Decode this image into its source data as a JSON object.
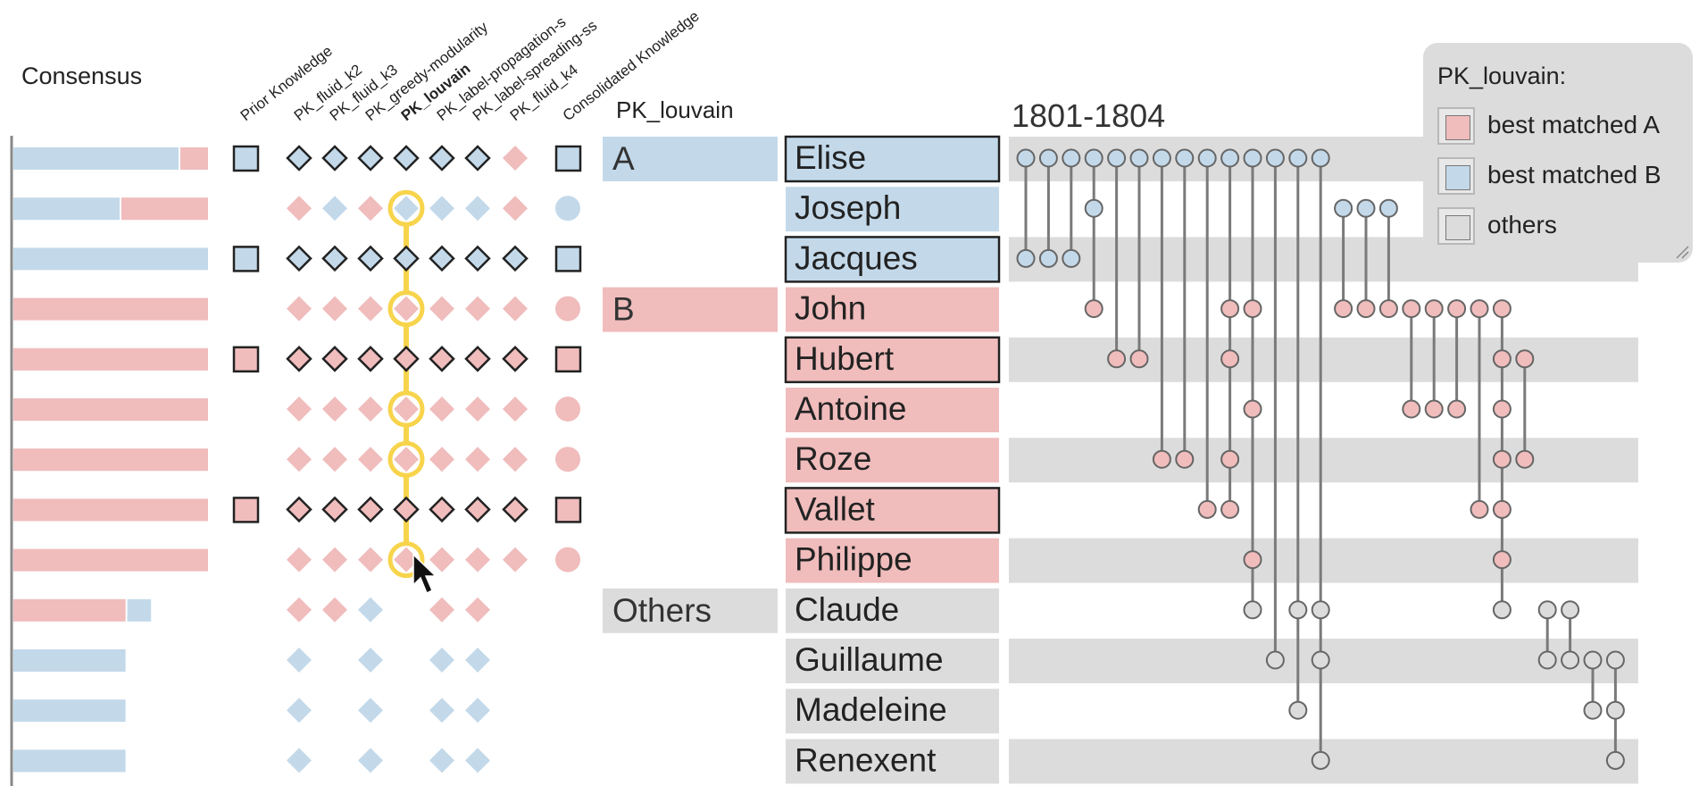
{
  "consensus_title": "Consensus",
  "method_columns": [
    {
      "label": "Prior Knowledge",
      "bold": false
    },
    {
      "label": "PK_fluid_k2",
      "bold": false
    },
    {
      "label": "PK_fluid_k3",
      "bold": false
    },
    {
      "label": "PK_greedy-modularity",
      "bold": false
    },
    {
      "label": "PK_louvain",
      "bold": true
    },
    {
      "label": "PK_label-propagation-s",
      "bold": false
    },
    {
      "label": "PK_label-spreading-ss",
      "bold": false
    },
    {
      "label": "PK_fluid_k4",
      "bold": false
    },
    {
      "label": "Consolidated Knowledge",
      "bold": false
    }
  ],
  "group_column_title": "PK_louvain",
  "groups": [
    {
      "label": "A",
      "color": "blue",
      "start": 0,
      "end": 0
    },
    {
      "label": "B",
      "color": "pink",
      "start": 3,
      "end": 3
    },
    {
      "label": "Others",
      "color": "gray",
      "start": 9,
      "end": 9
    }
  ],
  "time_title": "1801-1804",
  "colors": {
    "pink": "#f0bcbc",
    "blue": "#c3d9ea",
    "gray": "#dcdcdc",
    "highlight": "#f7d44c",
    "connector": "#7a7a7a"
  },
  "rows": [
    {
      "name": "Elise",
      "color": "blue",
      "bold": true,
      "consensus": [
        {
          "color": "blue",
          "value": 0.85
        },
        {
          "color": "pink",
          "value": 0.15
        }
      ],
      "cells": [
        "B",
        "B",
        "B",
        "B",
        "B",
        "B",
        "B",
        "pink",
        "B"
      ],
      "pk": "sq",
      "ck": "sq",
      "highlight": false
    },
    {
      "name": "Joseph",
      "color": "blue",
      "bold": false,
      "consensus": [
        {
          "color": "blue",
          "value": 0.55
        },
        {
          "color": "pink",
          "value": 0.45
        }
      ],
      "cells": [
        "",
        "pink",
        "blue",
        "pink",
        "blue",
        "blue",
        "blue",
        "pink",
        "blue"
      ],
      "pk": "",
      "ck": "ci",
      "highlight": true
    },
    {
      "name": "Jacques",
      "color": "blue",
      "bold": true,
      "consensus": [
        {
          "color": "blue",
          "value": 1.0
        }
      ],
      "cells": [
        "B",
        "B",
        "B",
        "B",
        "B",
        "B",
        "B",
        "B",
        "B"
      ],
      "pk": "sq",
      "ck": "sq",
      "highlight": false
    },
    {
      "name": "John",
      "color": "pink",
      "bold": false,
      "consensus": [
        {
          "color": "pink",
          "value": 1.0
        }
      ],
      "cells": [
        "",
        "pink",
        "pink",
        "pink",
        "pink",
        "pink",
        "pink",
        "pink",
        "pink"
      ],
      "pk": "",
      "ck": "ci",
      "highlight": true
    },
    {
      "name": "Hubert",
      "color": "pink",
      "bold": true,
      "consensus": [
        {
          "color": "pink",
          "value": 1.0
        }
      ],
      "cells": [
        "P",
        "P",
        "P",
        "P",
        "P",
        "P",
        "P",
        "P",
        "P"
      ],
      "pk": "sq",
      "ck": "sq",
      "highlight": false
    },
    {
      "name": "Antoine",
      "color": "pink",
      "bold": false,
      "consensus": [
        {
          "color": "pink",
          "value": 1.0
        }
      ],
      "cells": [
        "",
        "pink",
        "pink",
        "pink",
        "pink",
        "pink",
        "pink",
        "pink",
        "pink"
      ],
      "pk": "",
      "ck": "ci",
      "highlight": true
    },
    {
      "name": "Roze",
      "color": "pink",
      "bold": false,
      "consensus": [
        {
          "color": "pink",
          "value": 1.0
        }
      ],
      "cells": [
        "",
        "pink",
        "pink",
        "pink",
        "pink",
        "pink",
        "pink",
        "pink",
        "pink"
      ],
      "pk": "",
      "ck": "ci",
      "highlight": true
    },
    {
      "name": "Vallet",
      "color": "pink",
      "bold": true,
      "consensus": [
        {
          "color": "pink",
          "value": 1.0
        }
      ],
      "cells": [
        "P",
        "P",
        "P",
        "P",
        "P",
        "P",
        "P",
        "P",
        "P"
      ],
      "pk": "sq",
      "ck": "sq",
      "highlight": false
    },
    {
      "name": "Philippe",
      "color": "pink",
      "bold": false,
      "consensus": [
        {
          "color": "pink",
          "value": 1.0
        }
      ],
      "cells": [
        "",
        "pink",
        "pink",
        "pink",
        "pink",
        "pink",
        "pink",
        "pink",
        "pink"
      ],
      "pk": "",
      "ck": "ci",
      "highlight": true
    },
    {
      "name": "Claude",
      "color": "gray",
      "bold": false,
      "consensus": [
        {
          "color": "pink",
          "value": 0.58
        },
        {
          "color": "blue",
          "value": 0.13
        }
      ],
      "cells": [
        "",
        "pink",
        "pink",
        "blue",
        "",
        "pink",
        "pink",
        "",
        ""
      ],
      "pk": "",
      "ck": "",
      "highlight": false
    },
    {
      "name": "Guillaume",
      "color": "gray",
      "bold": false,
      "consensus": [
        {
          "color": "blue",
          "value": 0.58
        }
      ],
      "cells": [
        "",
        "blue",
        "",
        "blue",
        "",
        "blue",
        "blue",
        "",
        ""
      ],
      "pk": "",
      "ck": "",
      "highlight": false
    },
    {
      "name": "Madeleine",
      "color": "gray",
      "bold": false,
      "consensus": [
        {
          "color": "blue",
          "value": 0.58
        }
      ],
      "cells": [
        "",
        "blue",
        "",
        "blue",
        "",
        "blue",
        "blue",
        "",
        ""
      ],
      "pk": "",
      "ck": "",
      "highlight": false
    },
    {
      "name": "Renexent",
      "color": "gray",
      "bold": false,
      "consensus": [
        {
          "color": "blue",
          "value": 0.58
        }
      ],
      "cells": [
        "",
        "blue",
        "",
        "blue",
        "",
        "blue",
        "blue",
        "",
        ""
      ],
      "pk": "",
      "ck": "",
      "highlight": false
    }
  ],
  "events": [
    {
      "t": 0,
      "rows": [
        0,
        2
      ]
    },
    {
      "t": 1,
      "rows": [
        0,
        2
      ]
    },
    {
      "t": 2,
      "rows": [
        0,
        2
      ]
    },
    {
      "t": 3,
      "rows": [
        0,
        1,
        3
      ]
    },
    {
      "t": 4,
      "rows": [
        0,
        4
      ]
    },
    {
      "t": 5,
      "rows": [
        0,
        4
      ]
    },
    {
      "t": 6,
      "rows": [
        0,
        6
      ]
    },
    {
      "t": 7,
      "rows": [
        0,
        6
      ]
    },
    {
      "t": 8,
      "rows": [
        0,
        7
      ]
    },
    {
      "t": 9,
      "rows": [
        0,
        3,
        4,
        6,
        7
      ]
    },
    {
      "t": 10,
      "rows": [
        0,
        3,
        5,
        8,
        9
      ]
    },
    {
      "t": 11,
      "rows": [
        0,
        10
      ]
    },
    {
      "t": 12,
      "rows": [
        0,
        9,
        11
      ]
    },
    {
      "t": 13,
      "rows": [
        0,
        9,
        10,
        12
      ]
    },
    {
      "t": 14,
      "rows": [
        1,
        3
      ]
    },
    {
      "t": 15,
      "rows": [
        1,
        3
      ]
    },
    {
      "t": 16,
      "rows": [
        1,
        3
      ]
    },
    {
      "t": 17,
      "rows": [
        3,
        5
      ]
    },
    {
      "t": 18,
      "rows": [
        3,
        5
      ]
    },
    {
      "t": 19,
      "rows": [
        3,
        5
      ]
    },
    {
      "t": 20,
      "rows": [
        3,
        7
      ]
    },
    {
      "t": 21,
      "rows": [
        3,
        4,
        5,
        6,
        7,
        8,
        9
      ]
    },
    {
      "t": 22,
      "rows": [
        4,
        6
      ]
    },
    {
      "t": 23,
      "rows": [
        9,
        10
      ]
    },
    {
      "t": 24,
      "rows": [
        9,
        10
      ]
    },
    {
      "t": 25,
      "rows": [
        10,
        11
      ]
    },
    {
      "t": 26,
      "rows": [
        10,
        11,
        12
      ]
    }
  ],
  "legend": {
    "title": "PK_louvain:",
    "items": [
      {
        "label": "best matched A",
        "color": "#f0bcbc"
      },
      {
        "label": "best matched B",
        "color": "#c3d9ea"
      },
      {
        "label": "others",
        "color": "#dcdcdc"
      }
    ]
  }
}
